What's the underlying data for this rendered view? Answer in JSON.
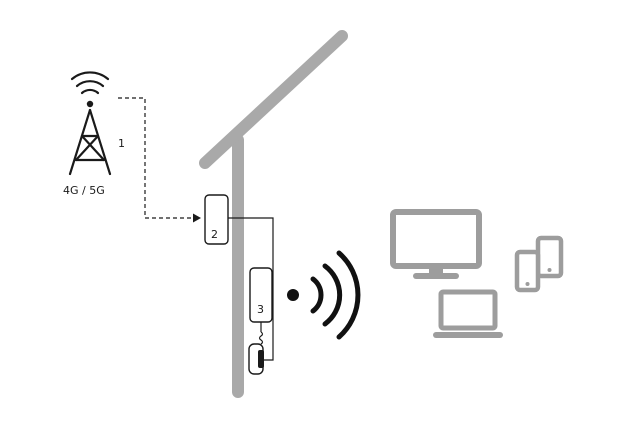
{
  "labels": {
    "tower_number": "1",
    "network_type": "4G / 5G",
    "router_number": "2",
    "access_point_number": "3"
  },
  "colors": {
    "pole": "#a9a9a9",
    "device_outline": "#1a1a1a",
    "devices_gray": "#9d9d9d",
    "signal": "#111111"
  },
  "icons": {
    "tower": "cell-tower-icon",
    "wifi": "wifi-signal-icon",
    "monitor": "desktop-monitor-icon",
    "laptop": "laptop-icon",
    "phones": "smartphones-icon"
  }
}
